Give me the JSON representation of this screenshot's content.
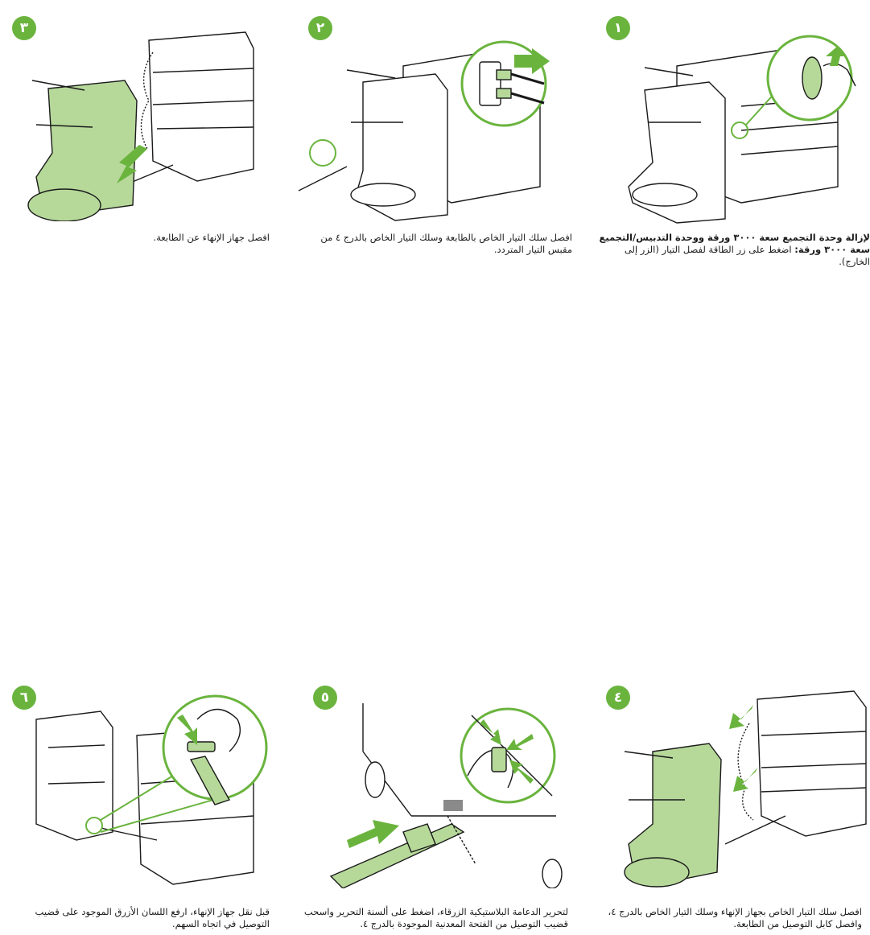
{
  "colors": {
    "accent": "#6ab43e",
    "finisher_fill": "#b6d99a",
    "ink": "#1a1a1a"
  },
  "steps": [
    {
      "number": "١",
      "caption_bold": "لإزالة وحدة التجميع سعة ٣٠٠٠ ورقة ووحدة التدبيس/التجميع سعة ٣٠٠٠ ورقة:",
      "caption": " اضغط على زر الطاقة لفصل التيار (الزر إلى الخارج)."
    },
    {
      "number": "٢",
      "caption_bold": "",
      "caption": "افصل سلك التيار الخاص بالطابعة وسلك التيار الخاص بالدرج ٤ من مقبس التيار المتردد."
    },
    {
      "number": "٣",
      "caption_bold": "",
      "caption": "افصل جهاز الإنهاء عن الطابعة."
    },
    {
      "number": "٤",
      "caption_bold": "",
      "caption": "افصل سلك التيار الخاص بجهاز الإنهاء وسلك التيار الخاص بالدرج ٤، وافصل كابل التوصيل من الطابعة."
    },
    {
      "number": "٥",
      "caption_bold": "",
      "caption": "لتحرير الدعامة البلاستيكية الزرقاء، اضغط على ألسنة التحرير واسحب قضيب التوصيل من الفتحة المعدنية الموجودة بالدرج ٤."
    },
    {
      "number": "٦",
      "caption_bold": "",
      "caption": "قبل نقل جهاز الإنهاء، ارفع اللسان الأزرق الموجود على قضيب التوصيل في اتجاه السهم."
    }
  ]
}
